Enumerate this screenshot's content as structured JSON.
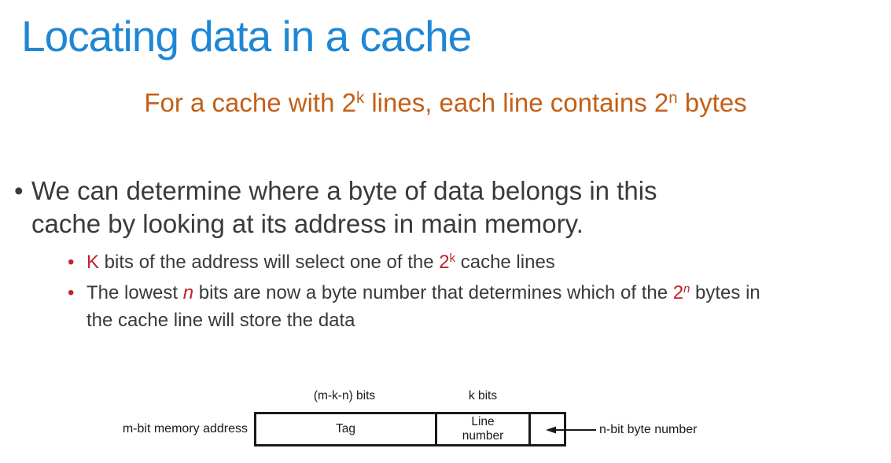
{
  "colors": {
    "title-blue": "#1f87d4",
    "accent-orange": "#c55f17",
    "accent-red": "#c2212e",
    "body-text": "#3a3a3a",
    "diagram-black": "#1a1a1a"
  },
  "slide": {
    "title": "Locating data in a cache",
    "subtitle_runs": [
      {
        "t": "For a cache with 2"
      },
      {
        "t": "k",
        "s": "sup"
      },
      {
        "t": " lines, each line contains 2"
      },
      {
        "t": "n",
        "s": "sup"
      },
      {
        "t": " bytes"
      }
    ],
    "bullets": {
      "dot": "•",
      "main_text": "We can determine where a byte of data belongs in this\ncache by looking at its address in main memory.",
      "sub1_runs": [
        {
          "t": "K",
          "s": "red"
        },
        {
          "t": " bits of the address will select one of the "
        },
        {
          "t": "2",
          "s": "red"
        },
        {
          "t": "k",
          "s": "red sup"
        },
        {
          "t": " cache lines"
        }
      ],
      "sub2_runs": [
        {
          "t": "The lowest "
        },
        {
          "t": "n",
          "s": "red it"
        },
        {
          "t": " bits are now a byte number that determines which of the "
        },
        {
          "t": "2",
          "s": "red"
        },
        {
          "t": "n",
          "s": "red sup it"
        },
        {
          "t": " bytes in\nthe cache line will store the data"
        }
      ]
    },
    "diagram": {
      "address_label": "m-bit memory address",
      "tag_width_label": "(m-k-n) bits",
      "line_width_label": "k bits",
      "tag_cell_label": "Tag",
      "line_cell_label": "Line\nnumber",
      "byte_number_label": "n-bit byte number"
    }
  }
}
